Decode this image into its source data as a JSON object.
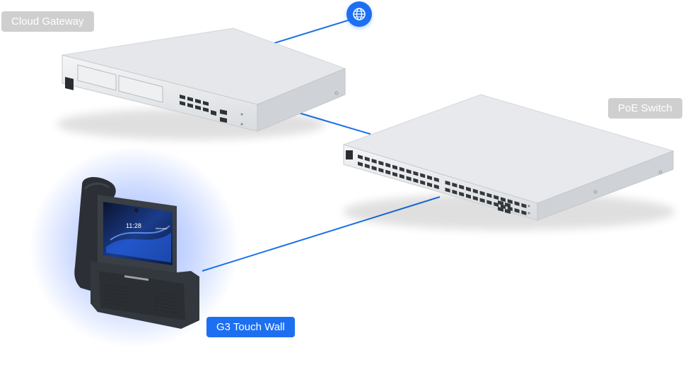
{
  "labels": {
    "cloud_gateway": "Cloud Gateway",
    "poe_switch": "PoE Switch",
    "g3_touch_wall": "G3 Touch Wall"
  },
  "device_screen": {
    "time": "11:28",
    "brand": "Welcome"
  },
  "icons": {
    "internet": "globe-icon"
  },
  "colors": {
    "accent_blue": "#1d6ff2",
    "label_gray": "#cfcfcf",
    "link_line": "#1a73e8"
  }
}
